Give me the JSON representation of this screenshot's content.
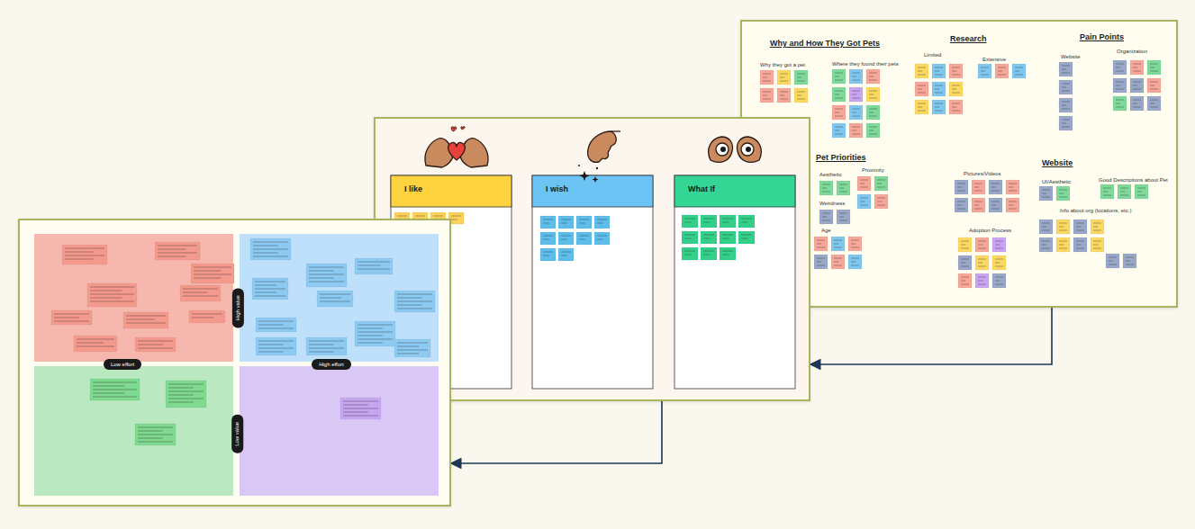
{
  "diagram": {
    "nodes": [
      {
        "text": [
          "Why and How They Got Pets",
          "Why they got a pet",
          "Where they found their pets",
          "Research",
          "Limited",
          "Extensive",
          "Pain Points",
          "Website",
          "Organization",
          "Pet Priorities",
          "Aesthetic",
          "Proximity",
          "Weirdness",
          "Age",
          "Pictures/Videos",
          "Adoption Process",
          "Website",
          "UI/Aesthetic",
          "Good Descriptions about Pet",
          "Info about org (locations, etc.)"
        ]
      },
      {
        "text": [
          "I like",
          "I wish",
          "What If"
        ]
      },
      {
        "text": [
          "High value",
          "Low effort",
          "High effort",
          "Low value"
        ]
      }
    ],
    "edges": [
      {
        "from": 0,
        "to": 1,
        "arrow": "to"
      },
      {
        "from": 1,
        "to": 2,
        "arrow": "to"
      }
    ]
  }
}
